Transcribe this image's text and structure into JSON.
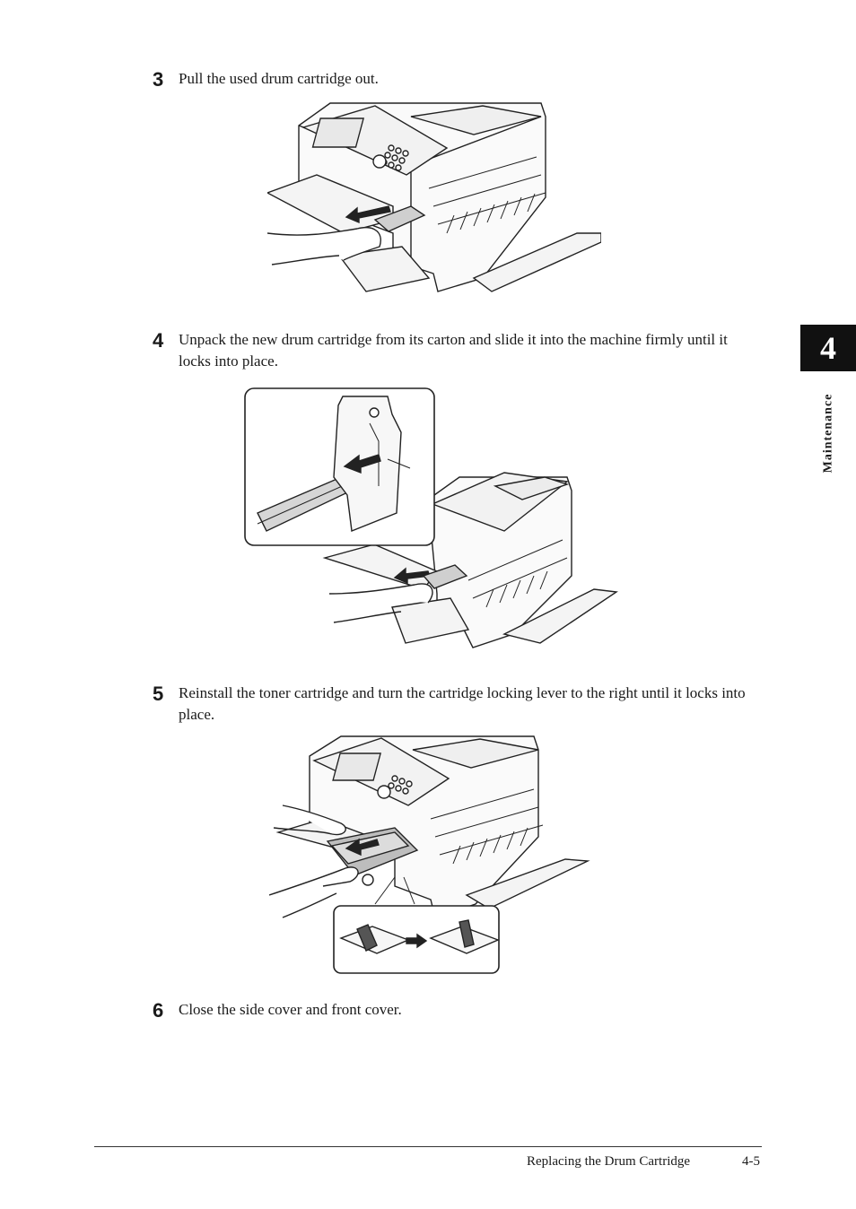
{
  "steps": [
    {
      "number": "3",
      "text": "Pull the used drum cartridge out."
    },
    {
      "number": "4",
      "text": "Unpack the new drum cartridge from its carton and slide it into the machine firmly until it locks into place."
    },
    {
      "number": "5",
      "text": "Reinstall the toner cartridge and turn the cartridge locking lever to the right until it locks into place."
    },
    {
      "number": "6",
      "text": "Close the side cover and front cover."
    }
  ],
  "chapter": {
    "number": "4",
    "label": "Maintenance"
  },
  "footer": {
    "title": "Replacing the Drum Cartridge",
    "page": "4-5"
  }
}
